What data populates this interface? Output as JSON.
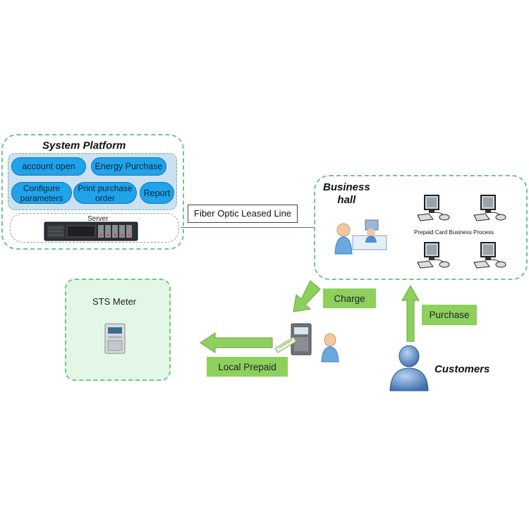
{
  "system_platform": {
    "title": "System Platform",
    "buttons": {
      "account_open": "account open",
      "energy_purchase": "Energy Purchase",
      "configure_parameters_line1": "Configure",
      "configure_parameters_line2": "parameters",
      "print_purchase_order_line1": "Print purchase",
      "print_purchase_order_line2": "order",
      "report": "Report"
    },
    "server_label": "Server"
  },
  "fiber_line": {
    "label": "Fiber Optic Leased Line"
  },
  "business_hall": {
    "title_line1": "Business",
    "title_line2": "hall",
    "process_label": "Prepaid Card Business Process"
  },
  "sts_meter": {
    "title": "STS Meter"
  },
  "flow_labels": {
    "charge": "Charge",
    "purchase": "Purchase",
    "local_prepaid": "Local Prepaid"
  },
  "customers": {
    "label": "Customers"
  },
  "colors": {
    "dashed_border": "#6fc88a",
    "pill_blue": "#1fa3ea",
    "arrow_green": "#8ed05c",
    "meter_box_fill": "#e3f7e6"
  },
  "icons": [
    "server-icon",
    "clerk-icon",
    "computer-icon",
    "meter-icon",
    "card-icon",
    "person-icon",
    "customer-icon"
  ]
}
